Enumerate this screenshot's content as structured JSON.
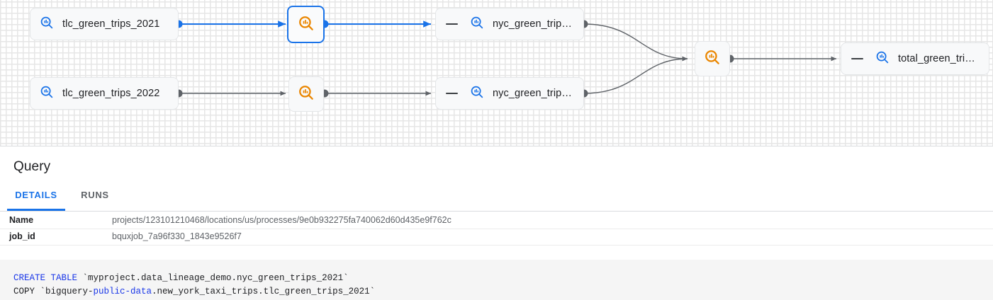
{
  "graph": {
    "nodes": [
      {
        "id": "tlc2021",
        "label": "tlc_green_trips_2021",
        "type": "table",
        "icon": "bigquery-table-icon",
        "selected": false,
        "has_dash": false
      },
      {
        "id": "tlc2022",
        "label": "tlc_green_trips_2022",
        "type": "table",
        "icon": "bigquery-table-icon",
        "selected": false,
        "has_dash": false
      },
      {
        "id": "proc1",
        "label": "",
        "type": "process",
        "icon": "bigquery-process-icon",
        "selected": true,
        "has_dash": false
      },
      {
        "id": "proc2",
        "label": "",
        "type": "process",
        "icon": "bigquery-process-icon",
        "selected": false,
        "has_dash": false
      },
      {
        "id": "nyc2021",
        "label": "nyc_green_trips...",
        "type": "table",
        "icon": "bigquery-table-icon",
        "selected": false,
        "has_dash": true
      },
      {
        "id": "nyc2022",
        "label": "nyc_green_trips...",
        "type": "table",
        "icon": "bigquery-table-icon",
        "selected": false,
        "has_dash": true
      },
      {
        "id": "proc3",
        "label": "",
        "type": "process",
        "icon": "bigquery-process-icon",
        "selected": false,
        "has_dash": false
      },
      {
        "id": "total",
        "label": "total_green_trip...",
        "type": "table",
        "icon": "bigquery-table-icon",
        "selected": false,
        "has_dash": true
      }
    ],
    "colors": {
      "edge_default": "#5f6368",
      "edge_highlight": "#1a73e8",
      "table_icon": "#1a73e8",
      "process_icon": "#ea8600",
      "node_bg": "#f8f9fa",
      "selected_border": "#1a73e8"
    }
  },
  "panel": {
    "title": "Query",
    "tabs": [
      {
        "id": "details",
        "label": "DETAILS",
        "active": true
      },
      {
        "id": "runs",
        "label": "RUNS",
        "active": false
      }
    ],
    "details": [
      {
        "key": "Name",
        "value": "projects/123101210468/locations/us/processes/9e0b932275fa740062d60d435e9f762c"
      },
      {
        "key": "job_id",
        "value": "bquxjob_7a96f330_1843e9526f7"
      }
    ],
    "sql": {
      "line1_kw": "CREATE TABLE",
      "line1_rest": " `myproject.data_lineage_demo.nyc_green_trips_2021`",
      "line2_pre": "COPY `bigquery-",
      "line2_kw": "public-data",
      "line2_rest": ".new_york_taxi_trips.tlc_green_trips_2021`"
    }
  }
}
